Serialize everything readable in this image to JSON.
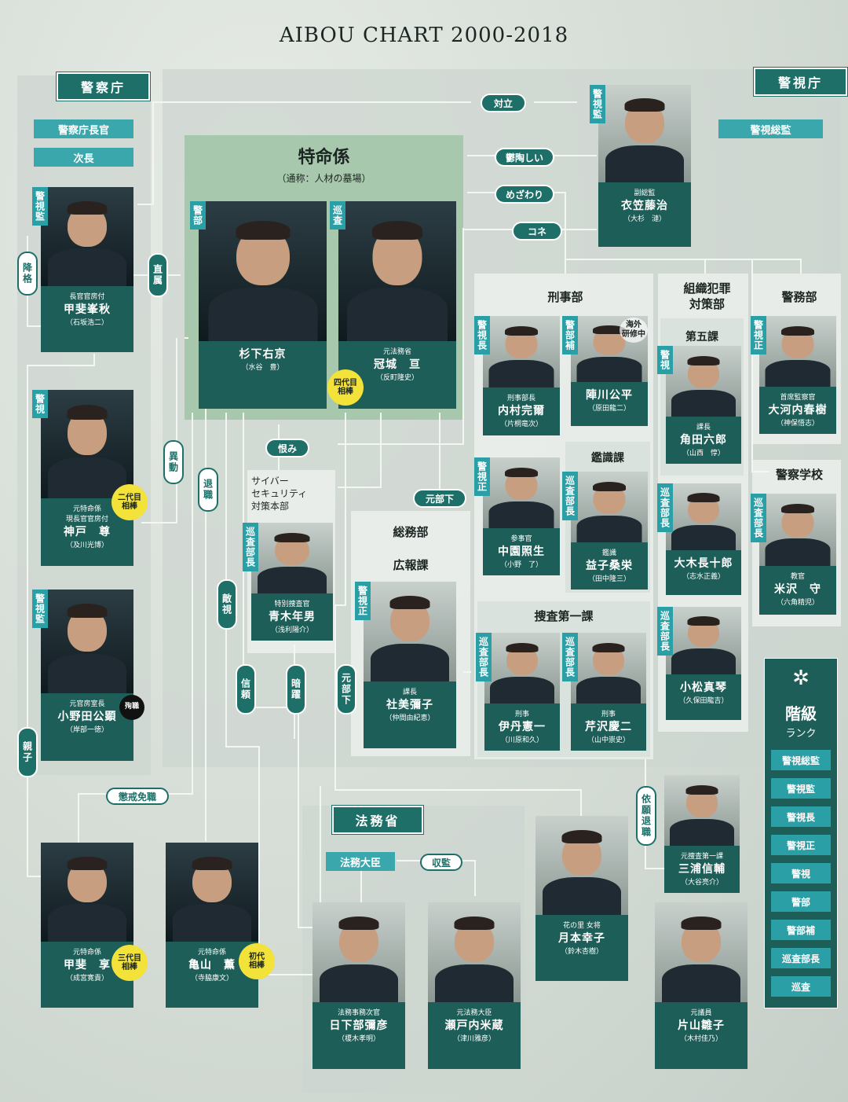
{
  "title": "AIBOU CHART 2000-2018",
  "orgs": {
    "npa": "警察庁",
    "mpd": "警視庁",
    "moj": "法務省"
  },
  "sections": {
    "tokumei_title": "特命係",
    "tokumei_sub": "（通称：人材の墓場）",
    "keiji": "刑事部",
    "soshiki": "組織犯罪\n対策部",
    "daigoka": "第五課",
    "keimu": "警務部",
    "kanshiki": "鑑識課",
    "sosa1": "捜査第一課",
    "somu": "総務部",
    "koho": "広報課",
    "cyber": "サイバー\nセキュリティ\n対策本部",
    "gakko": "警察学校"
  },
  "posts": {
    "chokan": "警察庁長官",
    "jicho": "次長",
    "keishisokan": "警視総監",
    "homu_daijin": "法務大臣"
  },
  "relations": {
    "tairitsu": "対立",
    "uttoshii": "鬱陶しい",
    "mezawari": "めざわり",
    "kone": "コネ",
    "chokuzoku": "直属",
    "kokaku": "降格",
    "ido": "異動",
    "taishoku": "退職",
    "urami": "恨み",
    "motobuka_h": "元部下",
    "tekishi": "敵視",
    "shinrai": "信頼",
    "anyaku": "暗躍",
    "motobuka_v": "元部下",
    "oyako": "親子",
    "chokai": "懲戒免職",
    "kankan": "収監",
    "irai": "依願退職"
  },
  "people": [
    {
      "id": "kai-mineaki",
      "rank": "警視監",
      "role": "長官官房付",
      "name": "甲斐峯秋",
      "actor": "（石坂浩二）"
    },
    {
      "id": "kanbe",
      "rank": "警視",
      "role": "元特命係\n現長官官房付",
      "name": "神戸　尊",
      "actor": "（及川光博）",
      "badge": "二代目\n相棒"
    },
    {
      "id": "onoda",
      "rank": "警視監",
      "role": "元官房室長",
      "name": "小野田公顕",
      "actor": "（岸部一徳）",
      "badge": "殉職"
    },
    {
      "id": "sugishita",
      "rank": "警部",
      "role": "",
      "name": "杉下右京",
      "actor": "（水谷　豊）"
    },
    {
      "id": "kabuto",
      "rank": "巡査",
      "role": "元法務省",
      "name": "冠城　亘",
      "actor": "（反町隆史）",
      "badge": "四代目\n相棒"
    },
    {
      "id": "kinugasa",
      "rank": "警視監",
      "role": "副総監",
      "name": "衣笠藤治",
      "actor": "（大杉　漣）"
    },
    {
      "id": "uchimura",
      "rank": "警視長",
      "role": "刑事部長",
      "name": "内村完爾",
      "actor": "（片桐竜次）"
    },
    {
      "id": "jinkawa",
      "rank": "警部補",
      "role": "",
      "name": "陣川公平",
      "actor": "（原田龍二）",
      "note": "海外\n研修中"
    },
    {
      "id": "kakuda",
      "rank": "警視",
      "role": "課長",
      "name": "角田六郎",
      "actor": "（山西　惇）"
    },
    {
      "id": "okochi",
      "rank": "警視正",
      "role": "首席監察官",
      "name": "大河内春樹",
      "actor": "（神保悟志）"
    },
    {
      "id": "nakazono",
      "rank": "警視正",
      "role": "参事官",
      "name": "中園照生",
      "actor": "（小野　了）"
    },
    {
      "id": "masuko",
      "rank": "巡査部長",
      "role": "鑑識",
      "name": "益子桑栄",
      "actor": "（田中隆三）"
    },
    {
      "id": "oki",
      "rank": "巡査部長",
      "role": "",
      "name": "大木長十郎",
      "actor": "（志水正義）"
    },
    {
      "id": "komatsu",
      "rank": "巡査部長",
      "role": "",
      "name": "小松真琴",
      "actor": "（久保田龍吉）"
    },
    {
      "id": "yonezawa",
      "rank": "巡査部長",
      "role": "教官",
      "name": "米沢　守",
      "actor": "（六角精児）"
    },
    {
      "id": "aoki",
      "rank": "巡査部長",
      "role": "特別捜査官",
      "name": "青木年男",
      "actor": "（浅利陽介）"
    },
    {
      "id": "yashiro",
      "rank": "警視正",
      "role": "課長",
      "name": "社美彌子",
      "actor": "（仲間由紀恵）"
    },
    {
      "id": "itami",
      "rank": "巡査部長",
      "role": "刑事",
      "name": "伊丹憲一",
      "actor": "（川原和久）"
    },
    {
      "id": "serizawa",
      "rank": "巡査部長",
      "role": "刑事",
      "name": "芹沢慶二",
      "actor": "（山中崇史）"
    },
    {
      "id": "kai-toru",
      "rank": "",
      "role": "元特命係",
      "name": "甲斐　享",
      "actor": "（成宮寛貴）",
      "badge": "三代目\n相棒"
    },
    {
      "id": "kameyama",
      "rank": "",
      "role": "元特命係",
      "name": "亀山　薫",
      "actor": "（寺脇康文）",
      "badge": "初代\n相棒"
    },
    {
      "id": "kusakabe",
      "rank": "",
      "role": "法務事務次官",
      "name": "日下部彌彦",
      "actor": "（榎木孝明）"
    },
    {
      "id": "setouchi",
      "rank": "",
      "role": "元法務大臣",
      "name": "瀬戸内米蔵",
      "actor": "（津川雅彦）"
    },
    {
      "id": "tsukimoto",
      "rank": "",
      "role": "花の里 女将",
      "name": "月本幸子",
      "actor": "（鈴木杏樹）"
    },
    {
      "id": "miura",
      "rank": "",
      "role": "元捜査第一課",
      "name": "三浦信輔",
      "actor": "（大谷亮介）"
    },
    {
      "id": "katayama",
      "rank": "",
      "role": "元議員",
      "name": "片山雛子",
      "actor": "（木村佳乃）"
    }
  ],
  "rank_legend": {
    "title": "階級",
    "subtitle": "ランク",
    "ranks": [
      "警視総監",
      "警視監",
      "警視長",
      "警視正",
      "警視",
      "警部",
      "警部補",
      "巡査部長",
      "巡査"
    ]
  },
  "colors": {
    "dark_green": "#1e5e58",
    "teal": "#1e6f68",
    "rank_blue": "#2a9fa6",
    "badge_yellow": "#f3e23a",
    "tokumei_bg": "#a8c8ad"
  }
}
